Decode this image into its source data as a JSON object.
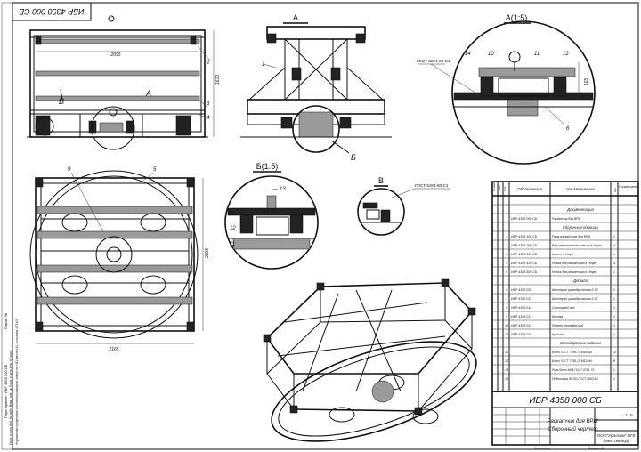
{
  "drawing": {
    "number": "ИБР 4358 000 СБ",
    "number_rotated": "ИБР 4358 000 СБ",
    "title_line1": "Раскатчик для ВРМ",
    "title_line2": "Сборочный чертеж",
    "org": "ООО\"Уралхим\" ОГК",
    "org_sub": "(Мех. сектор)",
    "scale": "1:10",
    "copy_label": "Копировал",
    "format_label": "Формат A1"
  },
  "views": {
    "view_a": "А",
    "view_a15": "А(1:5)",
    "view_b15": "Б(1:5)",
    "view_v": "В",
    "label_a_leader": "А",
    "label_b_leader": "Б",
    "label_v_leader": "В"
  },
  "callouts": {
    "gost1": "ГОСТ 5264-80-С1",
    "gost2": "ГОСТ 5264-80-С1"
  },
  "dimensions": {
    "top_width": "2095",
    "top_height": "1610",
    "plan_width": "2165",
    "plan_height": "2025",
    "detail_dim": "165"
  },
  "balloons": {
    "b1": "1",
    "b2": "2",
    "b3": "3",
    "b4": "4",
    "b5": "5",
    "b6": "6",
    "b9": "9",
    "b10": "10",
    "b11": "11",
    "b12": "12",
    "b13": "13",
    "b14": "14"
  },
  "spec": {
    "headers": {
      "format": "Формат",
      "zone": "Зона",
      "pos": "Поз.",
      "designation": "Обозначение",
      "name": "Наименование",
      "qty": "Кол.",
      "note": "Приме-чание"
    },
    "sections": {
      "docs": "Документация",
      "assembly": "Сборочные единицы",
      "parts": "Детали",
      "standard": "Стандартные изделия"
    },
    "doc_rows": [
      {
        "pos": "",
        "designation": "ИБР 4358 000 СБ",
        "name": "Раскатчик для ВРМ",
        "qty": ""
      }
    ],
    "assembly_rows": [
      {
        "pos": "1",
        "designation": "ИБР 4358 100 СБ",
        "name": "Рама раскатчика для ВРМ",
        "qty": "1"
      },
      {
        "pos": "2",
        "designation": "ИБР 4358 200 СБ",
        "name": "Вал съёмного подшипника в сборе",
        "qty": "4"
      },
      {
        "pos": "3",
        "designation": "ИБР 4358 300 СБ",
        "name": "Колесо в сборе",
        "qty": "4"
      },
      {
        "pos": "4",
        "designation": "ИБР 4358 400 СБ",
        "name": "Ножка для раскатчика в сборе",
        "qty": "4"
      },
      {
        "pos": "5",
        "designation": "ИБР 4358 500 СБ",
        "name": "Ножка для раскатчика в сборе",
        "qty": "1"
      }
    ],
    "part_rows": [
      {
        "pos": "6",
        "designation": "ИБР 4358 010",
        "name": "Шестерня цилиндрическая Z-90",
        "qty": "1"
      },
      {
        "pos": "7",
        "designation": "ИБР 4358 011",
        "name": "Шестерня цилиндрическая Z-17",
        "qty": "1"
      },
      {
        "pos": "8",
        "designation": "ИБР 4358 012",
        "name": "Стопорный вал",
        "qty": "1"
      },
      {
        "pos": "9",
        "designation": "ИБР 4358 013",
        "name": "Шпонка",
        "qty": "1"
      },
      {
        "pos": "10",
        "designation": "ИБР 4358 014",
        "name": "Фланец центральный",
        "qty": "1"
      },
      {
        "pos": "11",
        "designation": "ИБР 4358 015",
        "name": "Крышка",
        "qty": "1"
      }
    ],
    "standard_rows": [
      {
        "pos": "11",
        "designation": "",
        "name": "Болт ГОСТ 7798-70 М16х45",
        "qty": "12"
      },
      {
        "pos": "12",
        "designation": "",
        "name": "Болт ГОСТ 7798-70 М12х40",
        "qty": "8"
      },
      {
        "pos": "13",
        "designation": "",
        "name": "Рым-болт М24 ГОСТ 4751-73",
        "qty": "1"
      },
      {
        "pos": "14",
        "designation": "",
        "name": "Подшипник 80752 ГОСТ 2893-82",
        "qty": "1"
      }
    ]
  },
  "left_strip": {
    "text1": "Перв. примен.  ИБР 4358 000 СБ",
    "text2": "Справ. №",
    "text3": "Подп. и дата    Инв. № дубл.    Взам. инв. №    Подп. и дата    Инв. № подл.",
    "note": "Неуказанные предельные отклонения размеров: отверстий H14, валов h14, остальных ±IT14/2"
  }
}
